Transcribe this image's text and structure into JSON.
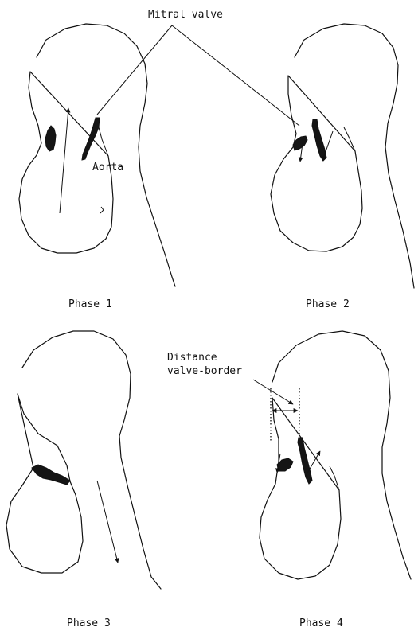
{
  "labels": {
    "mitral_valve": "Mitral valve",
    "aorta": "Aorta",
    "distance_line1": "Distance",
    "distance_line2": "valve-border"
  },
  "panels": [
    {
      "caption": "Phase 1"
    },
    {
      "caption": "Phase 2"
    },
    {
      "caption": "Phase 3"
    },
    {
      "caption": "Phase 4"
    }
  ]
}
